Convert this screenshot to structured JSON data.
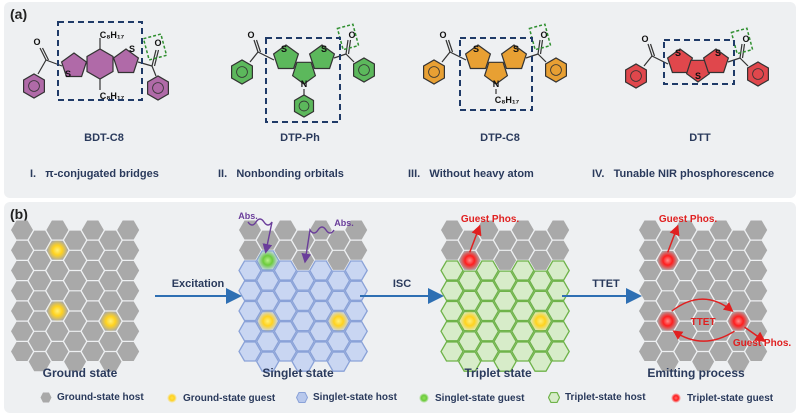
{
  "panel_a": {
    "label": "(a)",
    "molecules": [
      {
        "name": "BDT-C8",
        "color": "#b06aa8",
        "alkyl": "C8H17"
      },
      {
        "name": "DTP-Ph",
        "color": "#5cb85c"
      },
      {
        "name": "DTP-C8",
        "color": "#e8a033",
        "alkyl": "C8H17"
      },
      {
        "name": "DTT",
        "color": "#e0474c"
      }
    ],
    "features": [
      {
        "num": "I.",
        "text": "π-conjugated bridges"
      },
      {
        "num": "II.",
        "text": "Nonbonding orbitals"
      },
      {
        "num": "III.",
        "text": "Without heavy atom"
      },
      {
        "num": "IV.",
        "text": "Tunable NIR phosphorescence"
      }
    ]
  },
  "panel_b": {
    "label": "(b)",
    "stages": [
      "Ground state",
      "Singlet state",
      "Triplet state",
      "Emitting process"
    ],
    "arrows": [
      "Excitation",
      "ISC",
      "TTET"
    ],
    "annotations": {
      "abs": "Abs.",
      "guest_phos": "Guest Phos.",
      "ttet": "TTET"
    },
    "legend": [
      {
        "label": "Ground-state host",
        "icon": "gray-hexagon"
      },
      {
        "label": "Ground-state guest",
        "icon": "yellow-glow"
      },
      {
        "label": "Singlet-state host",
        "icon": "blue-hexagon"
      },
      {
        "label": "Singlet-state guest",
        "icon": "green-glow"
      },
      {
        "label": "Triplet-state host",
        "icon": "green-hexagon"
      },
      {
        "label": "Triplet-state guest",
        "icon": "red-glow"
      }
    ],
    "colors": {
      "ground_host": "#a9a9a9",
      "singlet_host": "#b8c8ec",
      "triplet_host": "#a6d48e",
      "ground_guest": "#ffd21f",
      "singlet_guest": "#6ccb3c",
      "triplet_guest": "#ff1e1e",
      "arrow": "#2e6fb3"
    }
  }
}
